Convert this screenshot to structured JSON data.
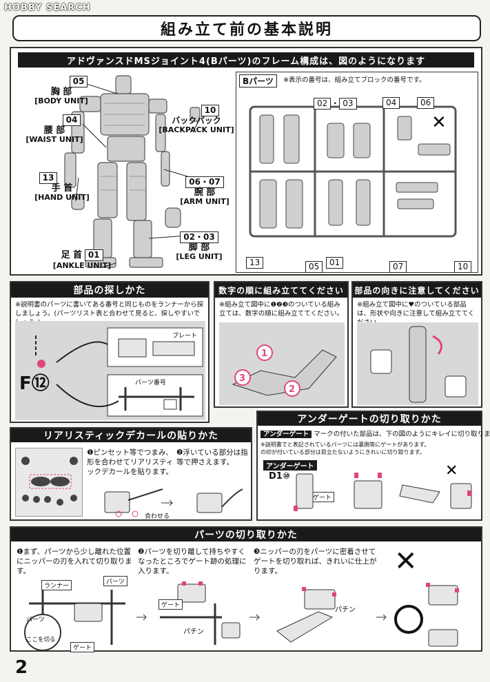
{
  "watermark": "HOBBY SEARCH",
  "page_title": "組み立て前の基本説明",
  "frame": {
    "heading": "アドヴァンスドMSジョイント4(Bパーツ)のフレーム構成は、図のようになります",
    "units": [
      {
        "num": "05",
        "jp": "胸 部",
        "en": "[BODY UNIT]"
      },
      {
        "num": "04",
        "jp": "腰 部",
        "en": "[WAIST UNIT]"
      },
      {
        "num": "13",
        "jp": "手 首",
        "en": "[HAND UNIT]"
      },
      {
        "num": "01",
        "jp": "足 首",
        "en": "[ANKLE UNIT]"
      },
      {
        "num": "10",
        "jp": "バックパック",
        "en": "[BACKPACK UNIT]"
      },
      {
        "num": "06・07",
        "jp": "腕 部",
        "en": "[ARM UNIT]"
      },
      {
        "num": "02・03",
        "jp": "脚 部",
        "en": "[LEG UNIT]"
      }
    ],
    "bparts_label": "Bパーツ",
    "bparts_note": "※表示の番号は、組み立てブロックの番号です。",
    "runner_nums": {
      "a": "02",
      "b": "03",
      "c": "04",
      "d": "06",
      "e": "13",
      "f": "05",
      "g": "01",
      "h": "07",
      "i": "10"
    }
  },
  "find": {
    "heading": "部品の探しかた",
    "note": "※説明書のパーツに書いてある番号と同じものをランナーから探しましょう。(パーツリスト表と合わせて見ると、探しやすいでしょう。)",
    "plate": "プレート",
    "partno": "パーツ番号",
    "f12": "F⑫"
  },
  "order": {
    "heading": "数字の順に組み立ててください",
    "note": "※組み立て図中に❶❷❸のついている組み立ては、数字の順に組み立ててください。"
  },
  "orient": {
    "heading": "部品の向きに注意してください",
    "note": "※組み立て図中に♥のついている部品は、形状や向きに注意して組み立ててください。"
  },
  "decal": {
    "heading": "リアリスティックデカールの貼りかた",
    "step1": "❶ピンセット等でつまみ、形を合わせてリアリスティックデカールを貼ります。",
    "step2": "❷浮いている部分は指等で押さえます。",
    "align": "合わせる"
  },
  "undergate": {
    "heading": "アンダーゲートの切り取りかた",
    "tag": "アンダーゲート",
    "desc": "マークの付いた部品は、下の図のようにキレイに切り取ります。",
    "note1": "※説明書で",
    "note2": "と表記されているパーツには裏側等にゲートがあります。",
    "note3": "の印が付いている部分は目立たないようにきれいに切り取ります。",
    "sample_tag": "アンダーゲート",
    "sample_code": "D1⑩",
    "gate": "ゲート"
  },
  "cut": {
    "heading": "パーツの切り取りかた",
    "step1": "❶まず、パーツから少し離れた位置にニッパーの刃を入れて切り取ります。",
    "step2": "❷パーツを切り離して持ちやすくなったところでゲート跡の処理に入ります。",
    "step3": "❸ニッパーの刃をパーツに密着させてゲートを切り取れば、きれいに仕上がります。",
    "runner": "ランナー",
    "parts": "パーツ",
    "part": "パーツ",
    "gate": "ゲート",
    "cut_here": "ここを切る",
    "snap": "パチン"
  },
  "page_number": "2"
}
